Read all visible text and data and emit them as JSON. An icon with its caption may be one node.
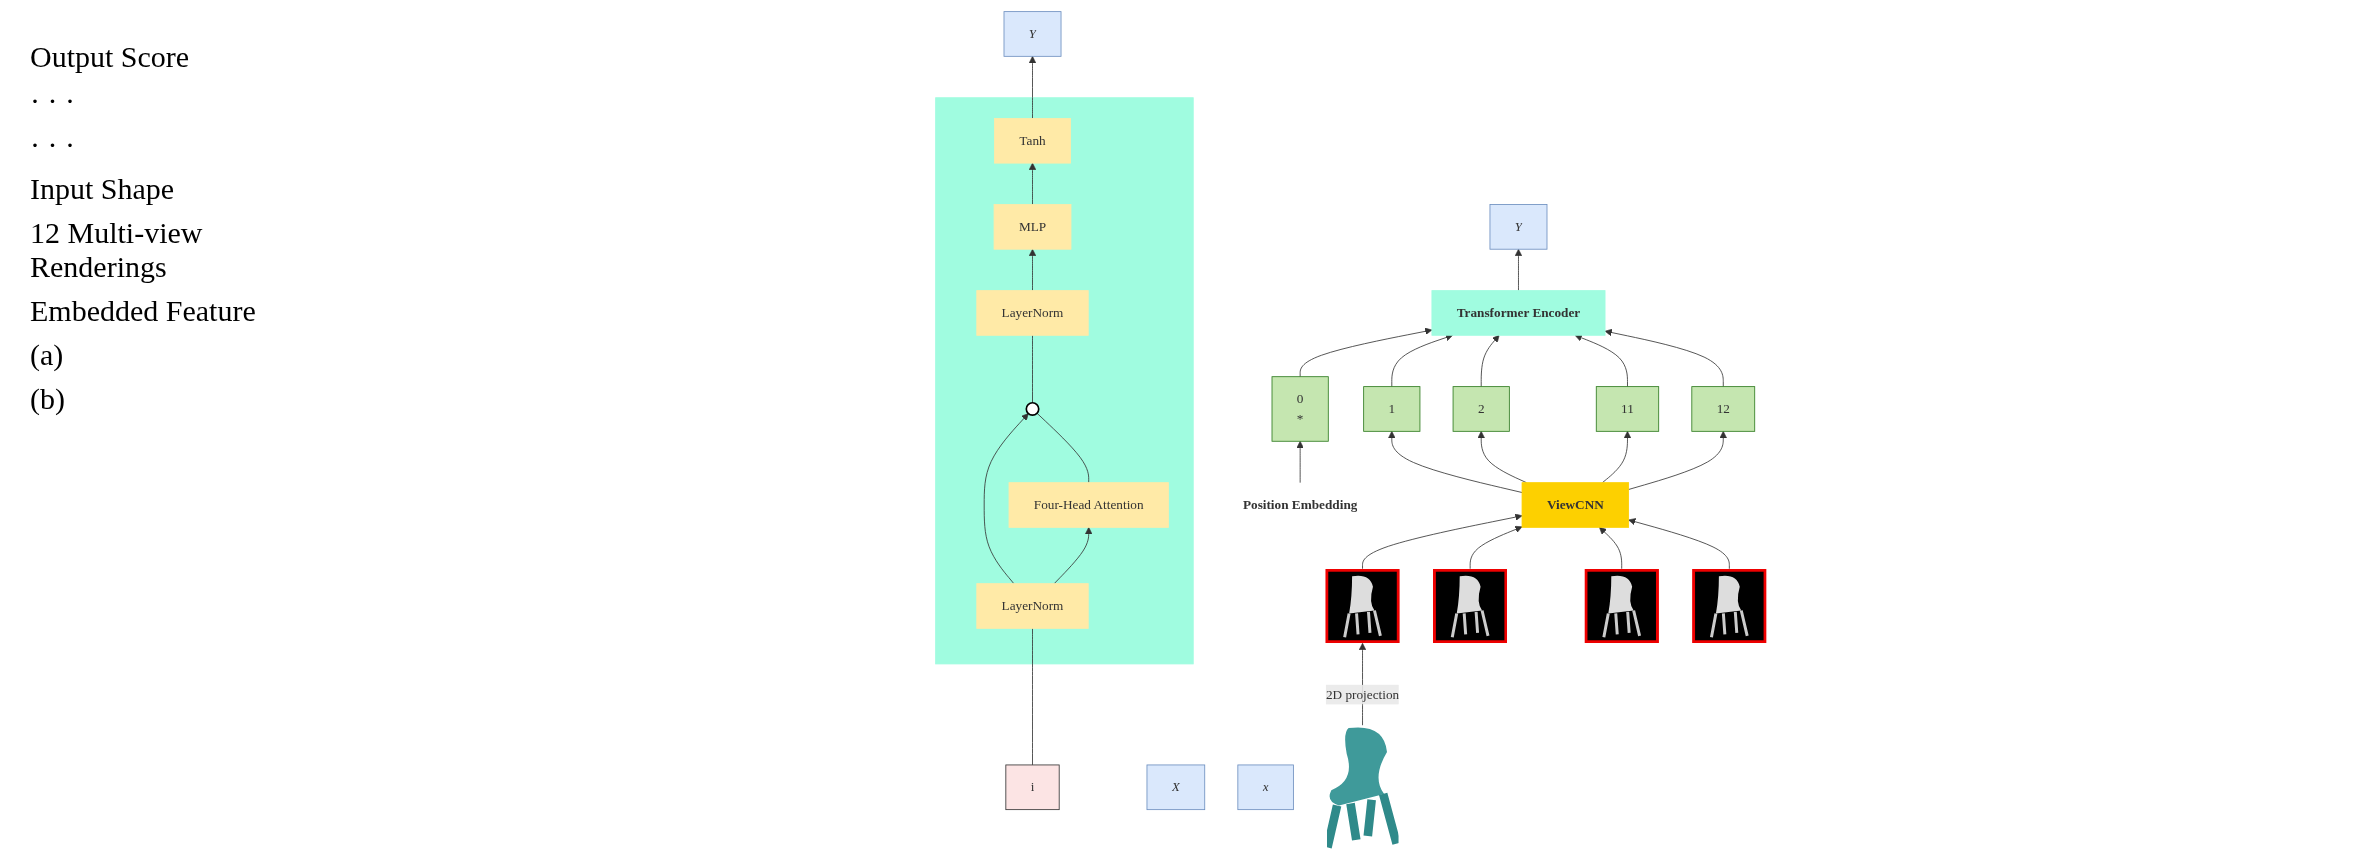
{
  "diagram": {
    "nodes": [
      {
        "text": [
          "Transformer Encoder"
        ]
      },
      {
        "text": [
          "Y"
        ]
      },
      {
        "text": [
          "Position Embedding"
        ]
      },
      {
        "text": [
          "0",
          "*"
        ]
      },
      {
        "text": [
          "1"
        ]
      },
      {
        "text": [
          "2"
        ]
      },
      {
        "text": [
          "11"
        ]
      },
      {
        "text": [
          "12"
        ]
      },
      {
        "text": [
          "ViewCNN"
        ]
      },
      {
        "text": [],
        "shape": "picture"
      },
      {
        "text": [
          "X"
        ]
      },
      {
        "text": [],
        "shape": "picture"
      },
      {
        "text": [],
        "shape": "picture"
      },
      {
        "text": [],
        "shape": "picture"
      },
      {
        "text": [],
        "shape": "picture"
      },
      {
        "text": [
          "x"
        ]
      },
      {
        "text": [
          "Y"
        ]
      },
      {
        "text": [],
        "shape": "box"
      },
      {
        "text": [
          "Tanh"
        ],
        "in": 17
      },
      {
        "text": [
          "MLP"
        ],
        "in": 17
      },
      {
        "text": [
          "LayerNorm"
        ],
        "in": 17
      },
      {
        "text": [],
        "shape": "circle",
        "in": 17
      },
      {
        "text": [
          "Four-Head Attention"
        ],
        "in": 17
      },
      {
        "text": [
          "LayerNorm"
        ],
        "in": 17
      },
      {
        "text": [
          "i"
        ]
      }
    ],
    "edges": [
      {
        "from": 0,
        "to": 1,
        "arrow": "to"
      },
      {
        "from": 2,
        "to": 3,
        "arrow": "to"
      },
      {
        "from": 3,
        "to": 0,
        "arrow": "to"
      },
      {
        "from": 4,
        "to": 0,
        "arrow": "to"
      },
      {
        "from": 5,
        "to": 0,
        "arrow": "to"
      },
      {
        "from": 6,
        "to": 0,
        "arrow": "to"
      },
      {
        "from": 7,
        "to": 0,
        "arrow": "to"
      },
      {
        "from": 8,
        "to": 4,
        "arrow": "to"
      },
      {
        "from": 8,
        "to": 5,
        "arrow": "to"
      },
      {
        "from": 8,
        "to": 6,
        "arrow": "to"
      },
      {
        "from": 8,
        "to": 7,
        "arrow": "to"
      },
      {
        "from": 11,
        "to": 8,
        "arrow": "to"
      },
      {
        "from": 12,
        "to": 8,
        "arrow": "to"
      },
      {
        "from": 13,
        "to": 8,
        "arrow": "to"
      },
      {
        "from": 14,
        "to": 8,
        "arrow": "to"
      },
      {
        "from": 9,
        "to": 11,
        "arrow": "to",
        "label": "2D projection"
      },
      {
        "from": 24,
        "to": 23,
        "arrow": "none"
      },
      {
        "from": 23,
        "to": 22,
        "arrow": "to"
      },
      {
        "from": 23,
        "to": 21,
        "arrow": "to"
      },
      {
        "from": 22,
        "to": 21,
        "arrow": "none"
      },
      {
        "from": 21,
        "to": 20,
        "arrow": "none"
      },
      {
        "from": 20,
        "to": 19,
        "arrow": "to"
      },
      {
        "from": 19,
        "to": 18,
        "arrow": "to"
      },
      {
        "from": 18,
        "to": 16,
        "arrow": "to"
      }
    ],
    "labels": [
      "Output Score",
      "· · ·",
      "· · ·",
      "Input Shape",
      "12 Multi-view Renderings",
      "Embedded Feature",
      "(a)",
      "(b)"
    ]
  }
}
